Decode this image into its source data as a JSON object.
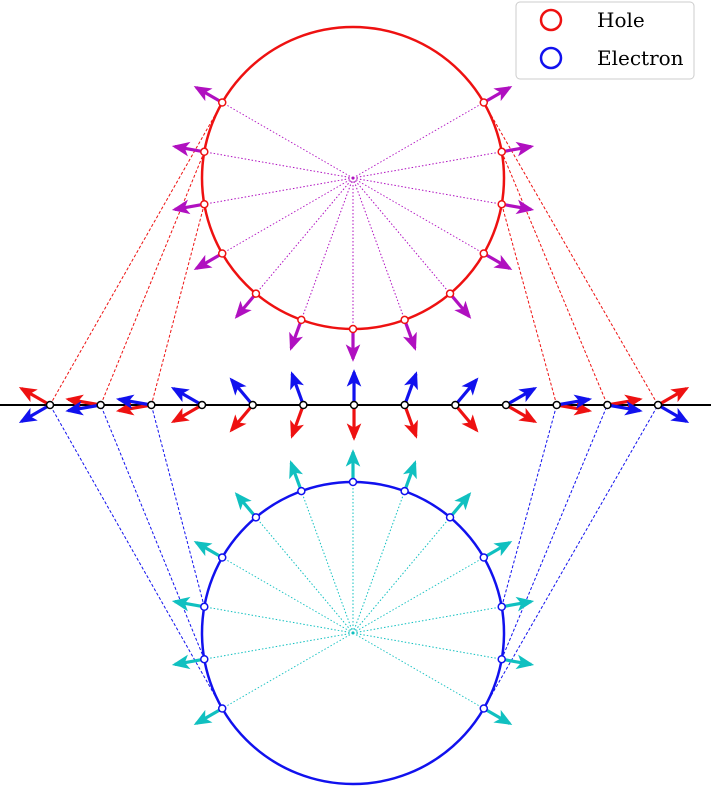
{
  "legend": {
    "items": [
      {
        "label": "Hole",
        "color": "#ee1111"
      },
      {
        "label": "Electron",
        "color": "#1111ee"
      }
    ]
  },
  "colors": {
    "hole": "#ee1111",
    "electron": "#1111ee",
    "hole_spoke": "#b010c0",
    "electron_spoke": "#10c0c0",
    "axis": "#000000"
  },
  "points_on_circle": 13
}
